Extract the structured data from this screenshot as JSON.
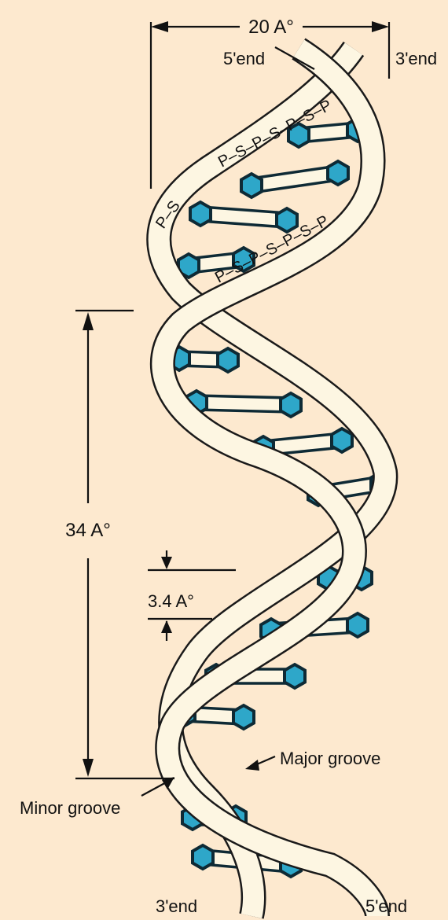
{
  "labels": {
    "width": "20 A°",
    "five_end_top": "5'end",
    "three_end_top": "3'end",
    "pitch": "34 A°",
    "rise": "3.4 A°",
    "major_groove": "Major groove",
    "minor_groove": "Minor groove",
    "three_end_bottom": "3'end",
    "five_end_bottom": "5'end"
  },
  "backbone_upper": [
    "P",
    "S",
    "P",
    "S",
    "P",
    "S",
    "P"
  ],
  "backbone_lower": [
    "P",
    "S",
    "P",
    "S",
    "P",
    "S",
    "P"
  ],
  "backbone_left_extra": [
    "S",
    "P"
  ],
  "colors": {
    "background": "#fde9cf",
    "base": "#2ea7c9",
    "strand_fill": "#fdf6e2",
    "ink": "#111111"
  }
}
